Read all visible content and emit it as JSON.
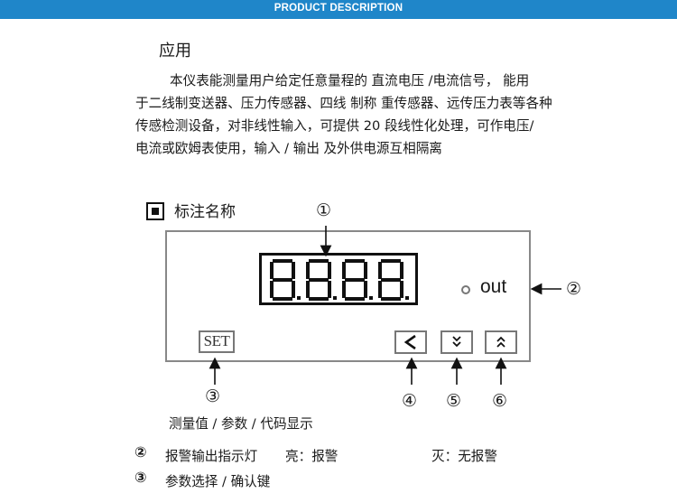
{
  "banner": {
    "title": "PRODUCT DESCRIPTION"
  },
  "section": {
    "heading": "应用",
    "lines": [
      "本仪表能测量用户给定任意量程的 直流电压 /电流信号， 能用",
      "于二线制变送器、压力传感器、四线 制称 重传感器、远传压力表等各种",
      "传感检测设备，对非线性输入，可提供 20 段线性化处理，可作电压/",
      "电流或欧姆表使用，输入 / 输出 及外供电源互相隔离"
    ]
  },
  "diagram": {
    "legend_title": "标注名称",
    "display_value": "8.8.8.8.",
    "out_label": "out",
    "set_label": "SET",
    "icons": {
      "shift_key": "left-chevron-icon",
      "down_key": "double-chevron-down-icon",
      "up_key": "double-chevron-up-icon",
      "legend_marker": "square-marker-icon"
    },
    "callouts": {
      "c1": "①",
      "c2": "②",
      "c3": "③",
      "c4": "④",
      "c5": "⑤",
      "c6": "⑥"
    },
    "caption": "测量值 / 参数 / 代码显示"
  },
  "notes": [
    {
      "num": "②",
      "text": "报警输出指示灯",
      "on": "亮：报警",
      "off": "灭：无报警"
    },
    {
      "num": "③",
      "text": "参数选择 / 确认键"
    }
  ]
}
